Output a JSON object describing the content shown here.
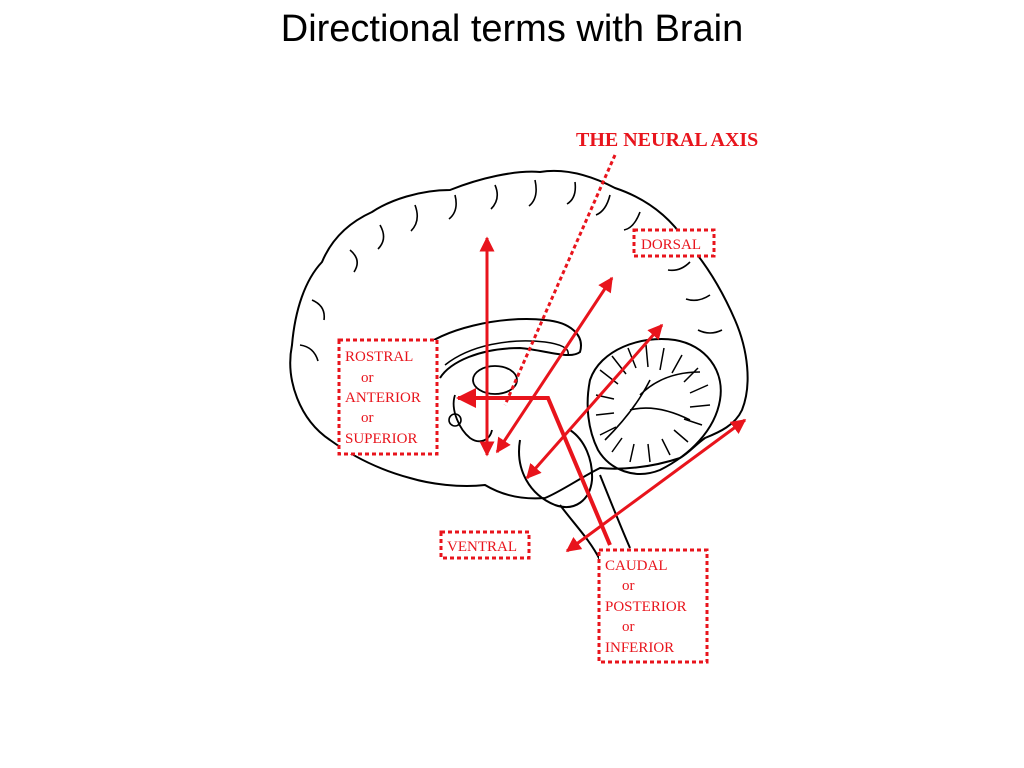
{
  "slide": {
    "title": "Directional terms with Brain"
  },
  "figure": {
    "axis_label": "THE NEURAL AXIS",
    "accent_color": "#e8141c",
    "line_color": "#000000",
    "labels": {
      "dorsal": "DORSAL",
      "ventral": "VENTRAL",
      "rostral": [
        "ROSTRAL",
        "or",
        "ANTERIOR",
        "or",
        "SUPERIOR"
      ],
      "caudal": [
        "CAUDAL",
        "or",
        "POSTERIOR",
        "or",
        "INFERIOR"
      ]
    }
  }
}
